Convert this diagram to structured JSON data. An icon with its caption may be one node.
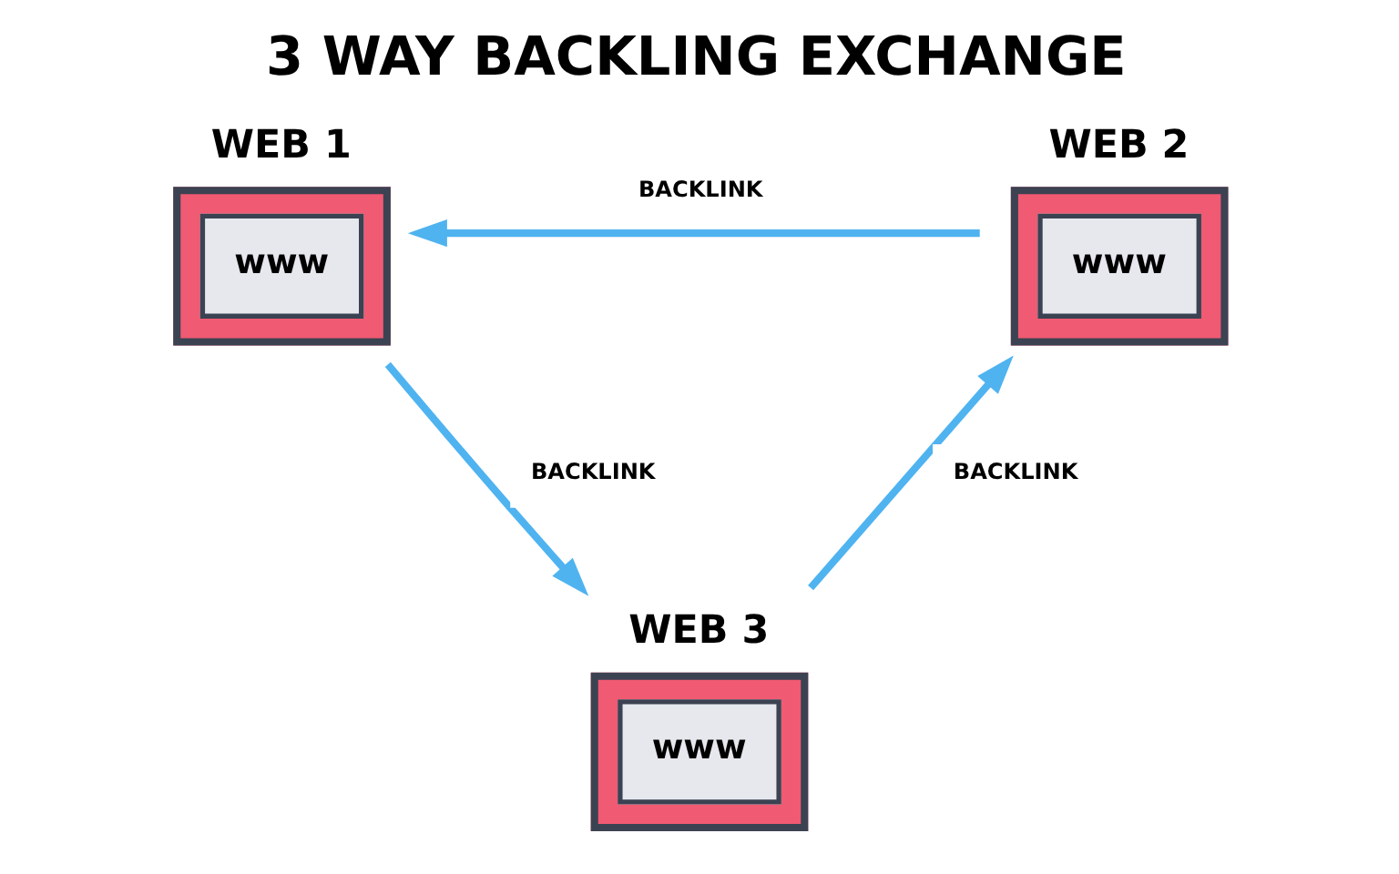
{
  "diagram": {
    "title": "3 WAY BACKLING EXCHANGE",
    "nodes": [
      {
        "text": [
          "WEB 1",
          "www"
        ]
      },
      {
        "text": [
          "WEB 2",
          "www"
        ]
      },
      {
        "text": [
          "WEB 3",
          "www"
        ]
      }
    ],
    "edges": [
      {
        "from": 1,
        "to": 0,
        "arrow": "to",
        "label": "BACKLINK"
      },
      {
        "from": 0,
        "to": 2,
        "arrow": "to",
        "label": "BACKLINK"
      },
      {
        "from": 2,
        "to": 1,
        "arrow": "to",
        "label": "BACKLINK"
      }
    ]
  }
}
